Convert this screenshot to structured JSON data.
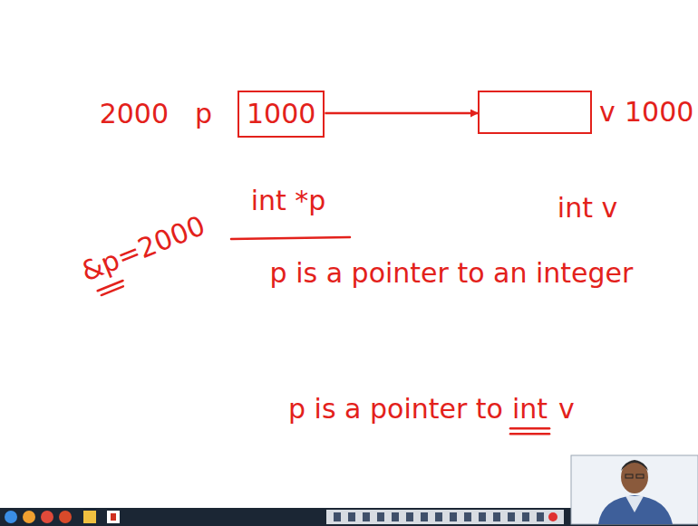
{
  "diagram": {
    "nodes": [
      {
        "text": [
          "2000",
          "p",
          "1000"
        ]
      },
      {
        "text": [
          "v",
          "1000"
        ]
      }
    ],
    "edges": [
      {
        "from": 0,
        "to": 1,
        "arrow": "to"
      }
    ],
    "labels": [
      "&p=2000",
      "int *p",
      "int v",
      "p is a pointer to an integer",
      "p is a pointer to",
      "int",
      "v"
    ]
  }
}
